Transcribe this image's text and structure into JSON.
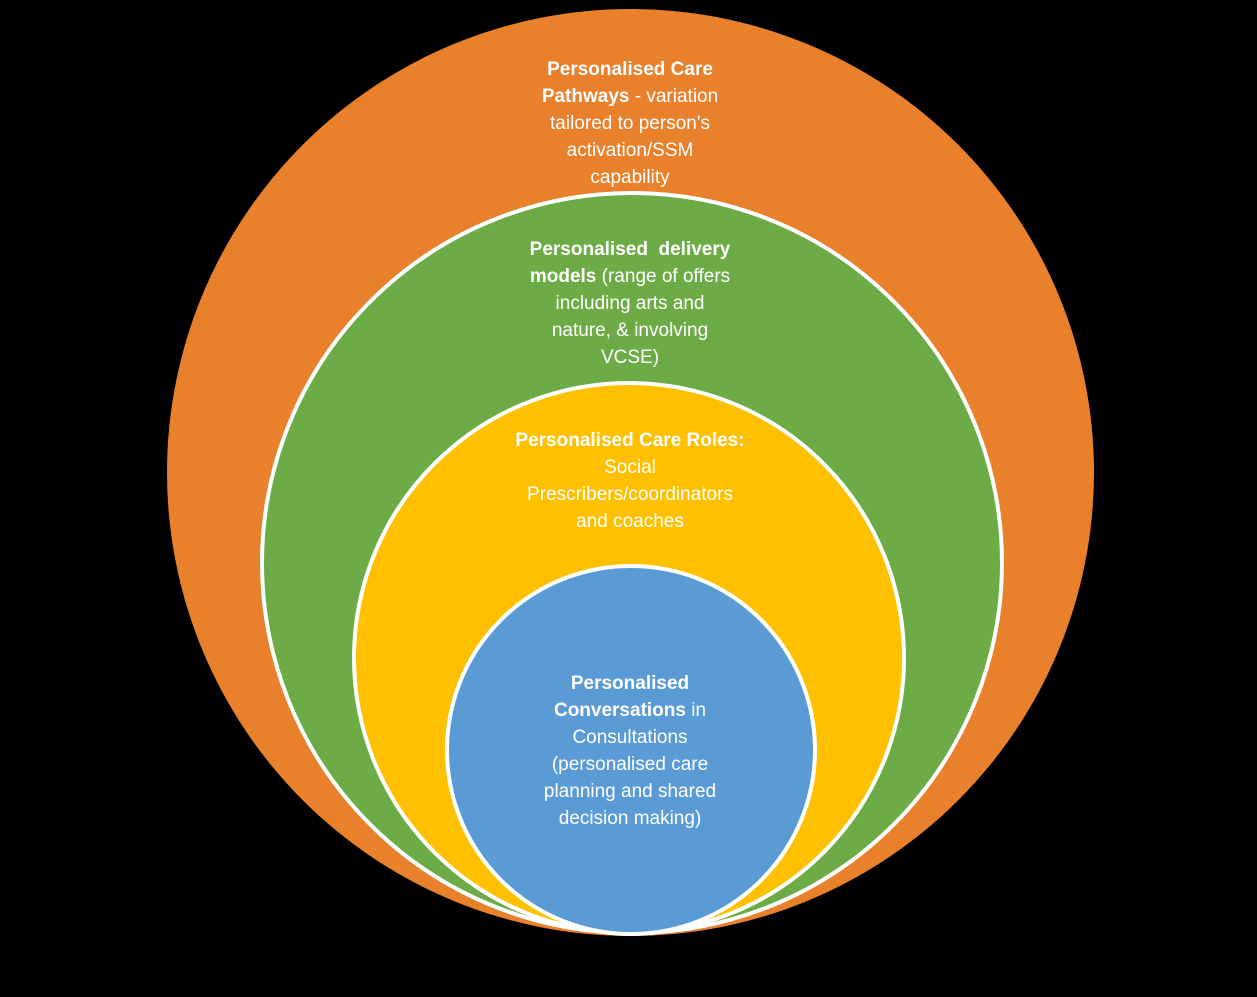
{
  "background_color": "#000000",
  "text_color": "#ffffff",
  "diagram": {
    "type": "nested-circles",
    "rings": [
      {
        "name": "personalised-care-pathways",
        "fill_color": "#e8802c",
        "rim_glow_color": "#fcb744",
        "outline_color": "",
        "full_text": "Personalised Care Pathways - variation tailored to person's activation/SSM capability",
        "lines": [
          {
            "b": "Personalised Care",
            "r": ""
          },
          {
            "b": "Pathways",
            "r": " - variation"
          },
          {
            "b": "",
            "r": "tailored to person's"
          },
          {
            "b": "",
            "r": "activation/SSM"
          },
          {
            "b": "",
            "r": "capability"
          }
        ]
      },
      {
        "name": "personalised-delivery-models",
        "fill_color": "#6dab46",
        "rim_glow_color": "",
        "outline_color": "#ffffff",
        "full_text": "Personalised  delivery models (range of offers including arts and nature, & involving VCSE)",
        "lines": [
          {
            "b": "Personalised  delivery",
            "r": ""
          },
          {
            "b": "models",
            "r": " (range of offers"
          },
          {
            "b": "",
            "r": "including arts and"
          },
          {
            "b": "",
            "r": "nature, & involving"
          },
          {
            "b": "",
            "r": "VCSE)"
          }
        ]
      },
      {
        "name": "personalised-care-roles",
        "fill_color": "#ffc000",
        "rim_glow_color": "",
        "outline_color": "#ffffff",
        "full_text": "Personalised Care Roles: Social Prescribers/coordinators and coaches",
        "lines": [
          {
            "b": "Personalised Care Roles:",
            "r": ""
          },
          {
            "b": "",
            "r": "Social"
          },
          {
            "b": "",
            "r": "Prescribers/coordinators"
          },
          {
            "b": "",
            "r": "and coaches"
          }
        ]
      },
      {
        "name": "personalised-conversations",
        "fill_color": "#5b9bd5",
        "rim_glow_color": "",
        "outline_color": "#ffffff",
        "full_text": "Personalised Conversations in Consultations (personalised care planning and shared decision making)",
        "lines": [
          {
            "b": "Personalised",
            "r": ""
          },
          {
            "b": "Conversations",
            "r": " in"
          },
          {
            "b": "",
            "r": "Consultations"
          },
          {
            "b": "",
            "r": "(personalised care"
          },
          {
            "b": "",
            "r": "planning and shared"
          },
          {
            "b": "",
            "r": "decision making)"
          }
        ]
      }
    ]
  }
}
